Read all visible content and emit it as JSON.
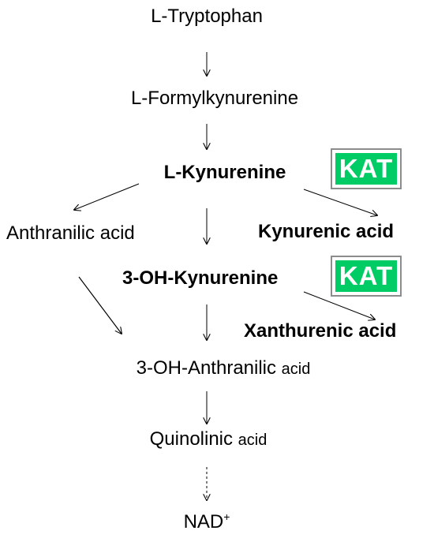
{
  "pathway": {
    "tryptophan": "L-Tryptophan",
    "formylkynurenine": "L-Formylkynurenine",
    "kynurenine": "L-Kynurenine",
    "anthranilic": "Anthranilic acid",
    "kynurenic": "Kynurenic acid",
    "oh_kynurenine": "3-OH-Kynurenine",
    "xanthurenic": "Xanthurenic acid",
    "oh_anthranilic_main": "3-OH-Anthranilic ",
    "oh_anthranilic_suffix": "acid",
    "quinolinic_main": "Quinolinic ",
    "quinolinic_suffix": "acid",
    "nad_main": "NAD",
    "nad_sup": "+"
  },
  "enzyme": {
    "kat_label_1": "KAT",
    "kat_label_2": "KAT",
    "color": "#00cc66"
  }
}
